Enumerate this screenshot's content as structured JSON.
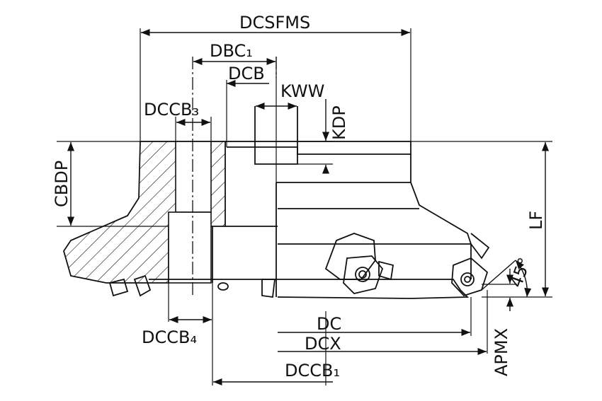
{
  "diagram": {
    "labels": {
      "dcsfms": "DCSFMS",
      "dbc1": "DBC₁",
      "dcb": "DCB",
      "kww": "KWW",
      "dccb3": "DCCB₃",
      "kdp": "KDP",
      "cbdp": "CBDP",
      "lf": "LF",
      "angle": "45°",
      "dccb4": "DCCB₄",
      "dc": "DC",
      "dcx": "DCX",
      "dccb1": "DCCB₁",
      "apmx": "APMX"
    }
  }
}
